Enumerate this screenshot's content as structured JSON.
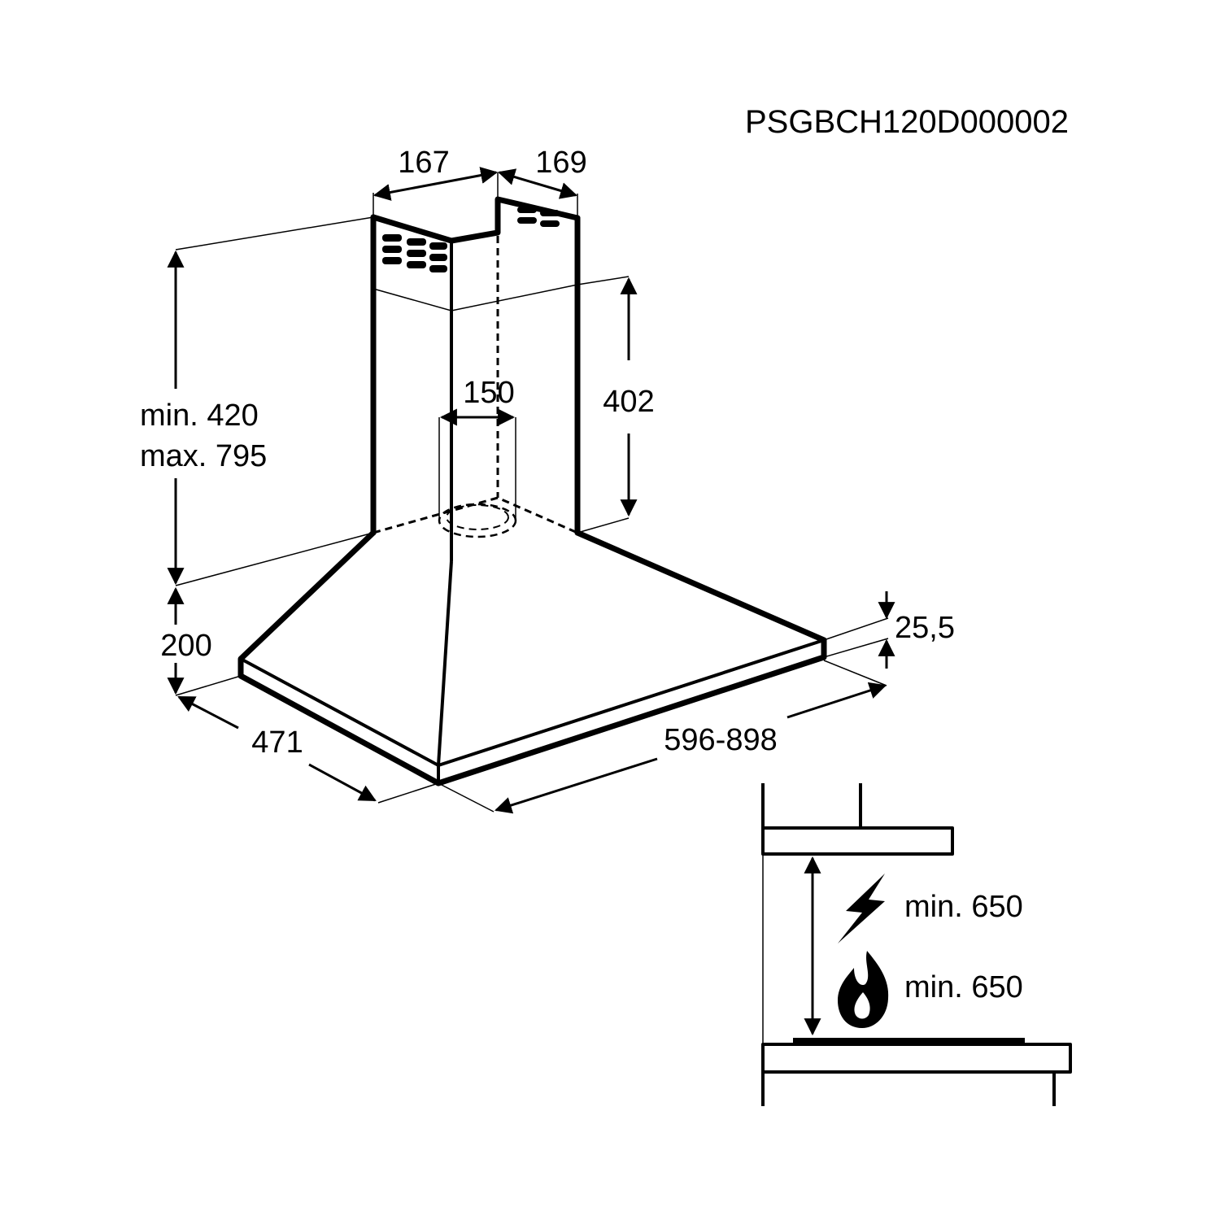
{
  "model_code": "PSGBCH120D000002",
  "dimensions": {
    "chimney_width": "167",
    "chimney_depth": "169",
    "duct_diameter": "150",
    "upper_chimney_height": "402",
    "chimney_height_min": "min. 420",
    "chimney_height_max": "max. 795",
    "hood_height": "200",
    "hood_depth": "471",
    "hood_width": "596-898",
    "edge_thickness": "25,5"
  },
  "clearance": {
    "electric_label": "min. 650",
    "gas_label": "min. 650",
    "electric_icon": "lightning-icon",
    "gas_icon": "flame-icon"
  },
  "colors": {
    "line": "#000000",
    "background": "#ffffff"
  }
}
